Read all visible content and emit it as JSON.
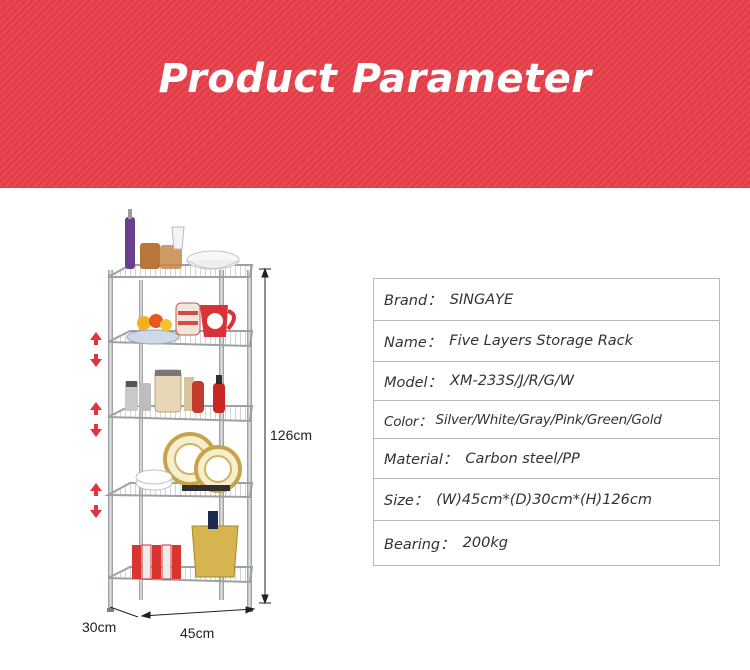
{
  "header": {
    "title": "Product Parameter"
  },
  "dimensions": {
    "height": "126cm",
    "depth": "30cm",
    "width": "45cm"
  },
  "parameters": [
    {
      "label": "Brand：",
      "value": "SINGAYE"
    },
    {
      "label": "Name：",
      "value": "Five Layers Storage Rack"
    },
    {
      "label": "Model：",
      "value": "XM-233S/J/R/G/W"
    },
    {
      "label": "Color：",
      "value": "Silver/White/Gray/Pink/Green/Gold"
    },
    {
      "label": "Material：",
      "value": "Carbon steel/PP"
    },
    {
      "label": "Size：",
      "value": "(W)45cm*(D)30cm*(H)126cm"
    },
    {
      "label": "Bearing：",
      "value": "200kg"
    }
  ],
  "colors": {
    "banner": "#e8404b",
    "arrow": "#e2323a",
    "rack": "#b9bcc2"
  },
  "icons": [
    "up-down-arrow-icon"
  ]
}
